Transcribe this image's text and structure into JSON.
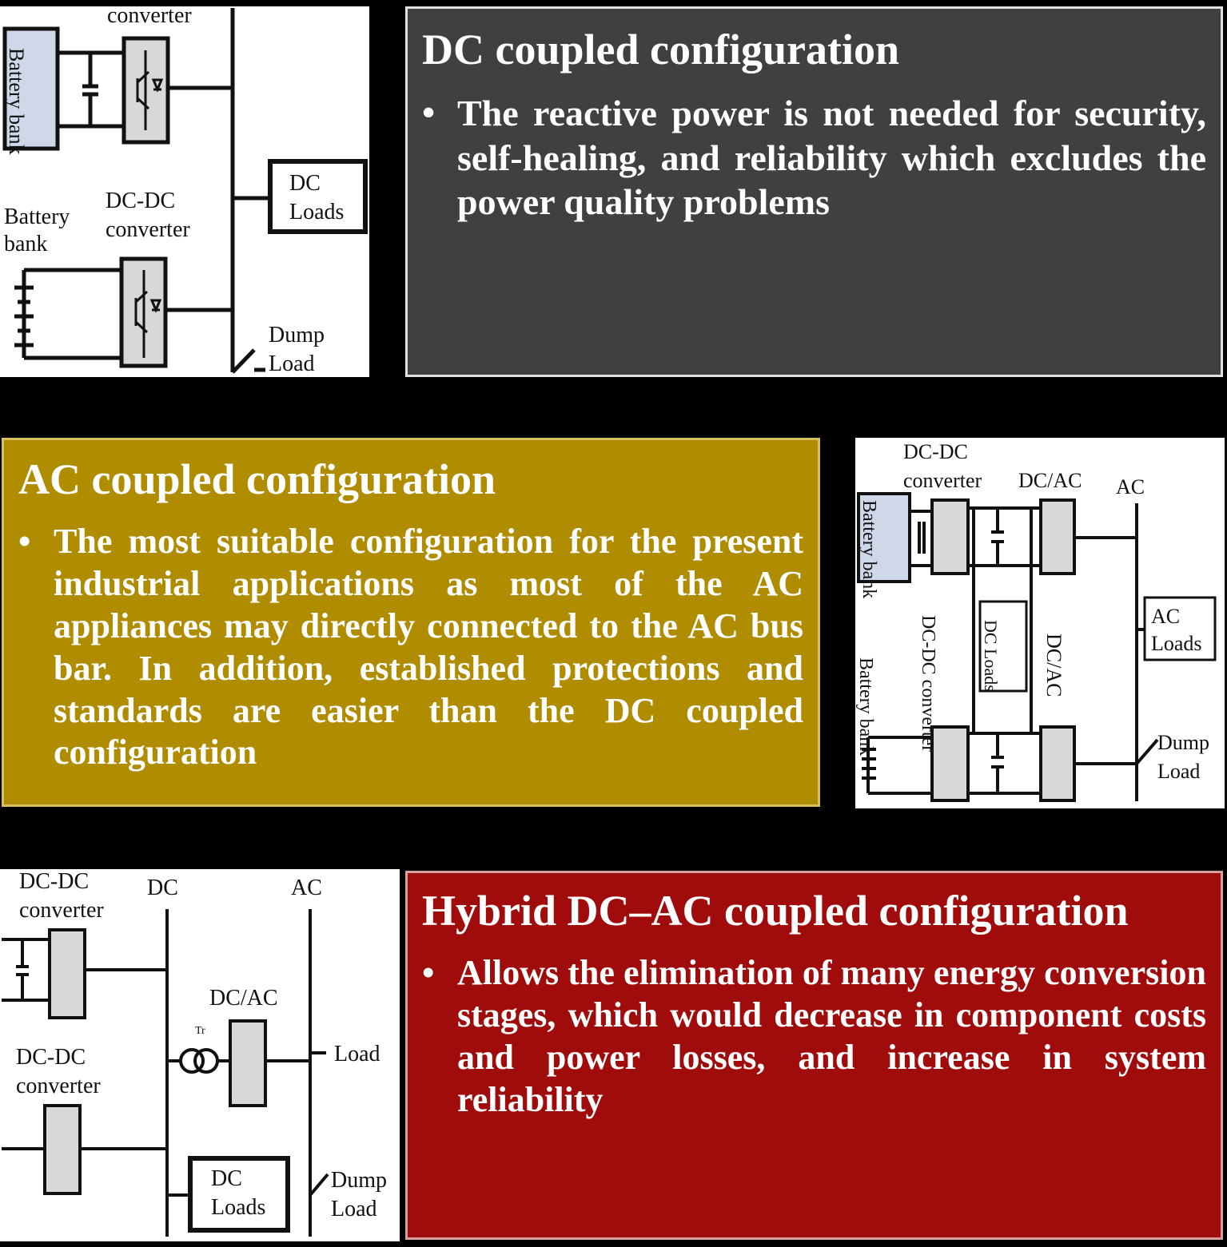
{
  "dc": {
    "title": "DC coupled configuration",
    "bullet": "The reactive power is not needed for security, self-healing, and reliability which excludes the power quality problems",
    "diagram": {
      "top_converter": "converter",
      "battery_top": "Battery bank",
      "dc_loads_l1": "DC",
      "dc_loads_l2": "Loads",
      "battery_l1": "Battery",
      "battery_l2": "bank",
      "conv_l1": "DC-DC",
      "conv_l2": "converter",
      "dump_l1": "Dump",
      "dump_l2": "Load"
    }
  },
  "ac": {
    "title": "AC coupled configuration",
    "bullet": "The most suitable configuration for the present industrial applications as most of the AC appliances may directly connected to the AC bus bar. In addition, established protections and standards are easier than the DC coupled configuration",
    "diagram": {
      "conv_l1": "DC-DC",
      "conv_l2": "converter",
      "dcac_top": "DC/AC",
      "ac_label": "AC",
      "battery_top": "Battery bank",
      "dc_loads": "DC Loads",
      "conv_vert": "DC-DC converter",
      "battery_vert": "Battery bank",
      "dcac_vert": "DC/AC",
      "ac_loads_l1": "AC",
      "ac_loads_l2": "Loads",
      "dump_l1": "Dump",
      "dump_l2": "Load"
    }
  },
  "hybrid": {
    "title": "Hybrid DC–AC coupled configuration",
    "bullet": "Allows the elimination of many energy conversion stages, which would decrease in component costs and power losses, and increase in system reliability",
    "diagram": {
      "conv1_l1": "DC-DC",
      "conv1_l2": "converter",
      "dc_label": "DC",
      "ac_label": "AC",
      "dcac": "DC/AC",
      "tr": "Tr",
      "load": "Load",
      "conv2_l1": "DC-DC",
      "conv2_l2": "converter",
      "dc_loads_l1": "DC",
      "dc_loads_l2": "Loads",
      "dump_l1": "Dump",
      "dump_l2": "Load"
    }
  },
  "bullet_char": "•"
}
